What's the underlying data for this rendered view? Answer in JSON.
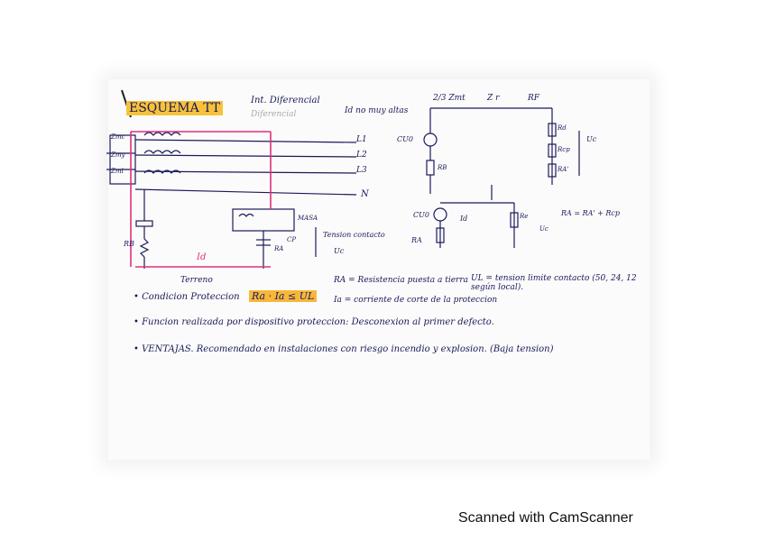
{
  "title": "ESQUEMA TT",
  "header": {
    "int_diferencial": "Int. Diferencial",
    "int_sub": "Diferencial",
    "id_note": "Id no muy altas",
    "series_labels": [
      "2/3 Zmt",
      "Z r",
      "RF"
    ]
  },
  "left_diagram": {
    "source_labels": [
      "Zmc",
      "Zmy",
      "Zml"
    ],
    "lines": [
      "L1",
      "L2",
      "L3",
      "N"
    ],
    "masa": "MASA",
    "tension_contacto": "Tension contacto",
    "uc": "Uc",
    "cp": "CP",
    "ra": "RA",
    "rb": "RB",
    "id": "Id",
    "terreno": "Terreno"
  },
  "right_diagram": {
    "cu0_top": "CU0",
    "rb": "RB",
    "rd": "Rd",
    "rcp": "Rcp",
    "ra_prime": "RA'",
    "uc": "Uc",
    "cu0_bottom": "CU0",
    "ra": "RA",
    "id": "Id",
    "re": "Re",
    "ul": "Uc",
    "ra_formula": "RA = RA' + Rcp"
  },
  "notes": {
    "ra_def": "RA = Resistencia puesta a tierra",
    "ul_def": "UL = tension limite contacto (50, 24, 12 según local).",
    "ia_def": "Ia = corriente de corte de la proteccion",
    "condition_label": "• Condicion Proteccion",
    "condition_formula": "Ra · Ia ≤ UL",
    "bullet_2": "• Funcion realizada por dispositivo proteccion: Desconexion al primer defecto.",
    "bullet_3": "• VENTAJAS. Recomendado en instalaciones con riesgo incendio y explosion. (Baja tension)"
  },
  "footer": "Scanned with CamScanner",
  "colors": {
    "ink": "#1a1a5a",
    "pink": "#e0307a",
    "highlight": "#f7c23a"
  }
}
